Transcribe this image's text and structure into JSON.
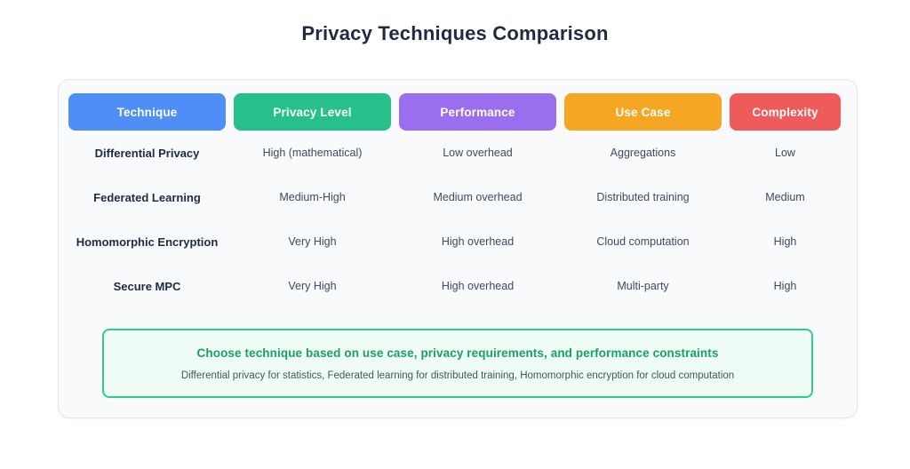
{
  "title": "Privacy Techniques Comparison",
  "table": {
    "columns": [
      {
        "label": "Technique",
        "color": "#4f8ef7"
      },
      {
        "label": "Privacy Level",
        "color": "#27c08a"
      },
      {
        "label": "Performance",
        "color": "#9b6ef0"
      },
      {
        "label": "Use Case",
        "color": "#f5a623"
      },
      {
        "label": "Complexity",
        "color": "#ef5b5b"
      }
    ],
    "rows": [
      [
        "Differential Privacy",
        "High (mathematical)",
        "Low overhead",
        "Aggregations",
        "Low"
      ],
      [
        "Federated Learning",
        "Medium-High",
        "Medium overhead",
        "Distributed training",
        "Medium"
      ],
      [
        "Homomorphic Encryption",
        "Very High",
        "High overhead",
        "Cloud computation",
        "High"
      ],
      [
        "Secure MPC",
        "Very High",
        "High overhead",
        "Multi-party",
        "High"
      ]
    ]
  },
  "callout": {
    "title": "Choose technique based on use case, privacy requirements, and performance constraints",
    "subtitle": "Differential privacy for statistics, Federated learning for distributed training, Homomorphic encryption for cloud computation",
    "border_color": "#2ecc8f",
    "title_color": "#17a06b",
    "background_color": "#f0fdf6"
  }
}
